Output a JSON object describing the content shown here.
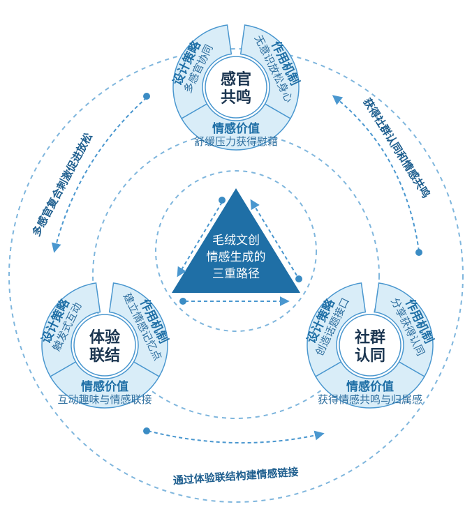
{
  "colors": {
    "dark_blue": "#1f6fa6",
    "mid_blue": "#3b8cc4",
    "light_fill": "#d9edf8",
    "stroke": "#4a97cf",
    "white": "#ffffff"
  },
  "center": {
    "lines": [
      "毛绒文创",
      "情感生成的",
      "三重路径"
    ]
  },
  "nodes": {
    "top": {
      "hub": [
        "感官",
        "共鸣"
      ],
      "design": {
        "title": "设计策略",
        "sub": "多感官协同"
      },
      "mechanism": {
        "title": "作用机制",
        "sub": "无意识放松身心"
      },
      "value": {
        "title": "情感价值",
        "sub": "舒缓压力获得慰藉"
      }
    },
    "left": {
      "hub": [
        "体验",
        "联结"
      ],
      "design": {
        "title": "设计策略",
        "sub": "触发式互动"
      },
      "mechanism": {
        "title": "作用机制",
        "sub": "建立情感记忆点"
      },
      "value": {
        "title": "情感价值",
        "sub": "互动趣味与情感联接"
      }
    },
    "right": {
      "hub": [
        "社群",
        "认同"
      ],
      "design": {
        "title": "设计策略",
        "sub": "创造话题接口"
      },
      "mechanism": {
        "title": "作用机制",
        "sub": "分享获得认同"
      },
      "value": {
        "title": "情感价值",
        "sub": "获得情感共鸣与归属感"
      }
    }
  },
  "edges": {
    "left_arc": "多感官复合刺激促进放松",
    "right_arc": "获得社群认同和情感共鸣",
    "bottom_arc": "通过体验联结构建情感链接"
  }
}
